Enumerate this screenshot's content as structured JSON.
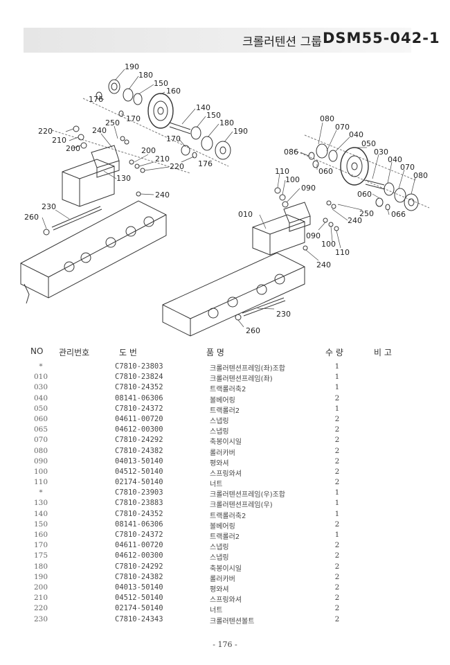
{
  "header": {
    "title_korean": "크롤러텐션 그룹",
    "title_code": "DSM55-042-1"
  },
  "diagram": {
    "callouts": [
      "190",
      "180",
      "150",
      "160",
      "176",
      "170",
      "140",
      "150",
      "180",
      "190",
      "250",
      "240",
      "220",
      "210",
      "200",
      "200",
      "210",
      "220",
      "170",
      "176",
      "130",
      "240",
      "230",
      "260",
      "080",
      "070",
      "040",
      "050",
      "086",
      "060",
      "030",
      "040",
      "070",
      "080",
      "110",
      "100",
      "090",
      "010",
      "060",
      "066",
      "250",
      "240",
      "090",
      "100",
      "110",
      "240",
      "230",
      "260"
    ]
  },
  "table": {
    "headers": {
      "no": "NO",
      "mgmt": "관리번호",
      "drawing": "도      번",
      "item": "품             명",
      "qty": "수 량",
      "remark": "비   고"
    },
    "rows": [
      {
        "no": "*",
        "part": "C7810-23803",
        "name": "크롤러텐션프레임(좌)조합",
        "qty": "1"
      },
      {
        "no": "010",
        "part": "C7810-23824",
        "name": "크롤러텐션프레임(좌)",
        "qty": "1"
      },
      {
        "no": "030",
        "part": "C7810-24352",
        "name": "트랙롤러축2",
        "qty": "1"
      },
      {
        "no": "040",
        "part": "08141-06306",
        "name": "볼베어링",
        "qty": "2"
      },
      {
        "no": "050",
        "part": "C7810-24372",
        "name": "트랙롤러2",
        "qty": "1"
      },
      {
        "no": "060",
        "part": "04611-00720",
        "name": "스냅링",
        "qty": "2"
      },
      {
        "no": "065",
        "part": "04612-00300",
        "name": "스냅링",
        "qty": "2"
      },
      {
        "no": "070",
        "part": "C7810-24292",
        "name": "축봉이시일",
        "qty": "2"
      },
      {
        "no": "080",
        "part": "C7810-24382",
        "name": "롤러카버",
        "qty": "2"
      },
      {
        "no": "090",
        "part": "04013-50140",
        "name": "평와셔",
        "qty": "2"
      },
      {
        "no": "100",
        "part": "04512-50140",
        "name": "스프링와셔",
        "qty": "2"
      },
      {
        "no": "110",
        "part": "02174-50140",
        "name": "너트",
        "qty": "2"
      },
      {
        "no": "*",
        "part": "C7810-23903",
        "name": "크롤러텐션프레임(우)조합",
        "qty": "1"
      },
      {
        "no": "130",
        "part": "C7810-23883",
        "name": "크롤러텐션프레임(우)",
        "qty": "1"
      },
      {
        "no": "140",
        "part": "C7810-24352",
        "name": "트랙롤러축2",
        "qty": "1"
      },
      {
        "no": "150",
        "part": "08141-06306",
        "name": "볼베어링",
        "qty": "2"
      },
      {
        "no": "160",
        "part": "C7810-24372",
        "name": "트랙롤러2",
        "qty": "1"
      },
      {
        "no": "170",
        "part": "04611-00720",
        "name": "스냅링",
        "qty": "2"
      },
      {
        "no": "175",
        "part": "04612-00300",
        "name": "스냅링",
        "qty": "2"
      },
      {
        "no": "180",
        "part": "C7810-24292",
        "name": "축봉이시일",
        "qty": "2"
      },
      {
        "no": "190",
        "part": "C7810-24382",
        "name": "롤러카버",
        "qty": "2"
      },
      {
        "no": "200",
        "part": "04013-50140",
        "name": "평와셔",
        "qty": "2"
      },
      {
        "no": "210",
        "part": "04512-50140",
        "name": "스프링와셔",
        "qty": "2"
      },
      {
        "no": "220",
        "part": "02174-50140",
        "name": "너트",
        "qty": "2"
      },
      {
        "no": "230",
        "part": "C7810-24343",
        "name": "크롤러텐션볼트",
        "qty": "2"
      }
    ]
  },
  "footer": {
    "page": "- 176 -"
  }
}
